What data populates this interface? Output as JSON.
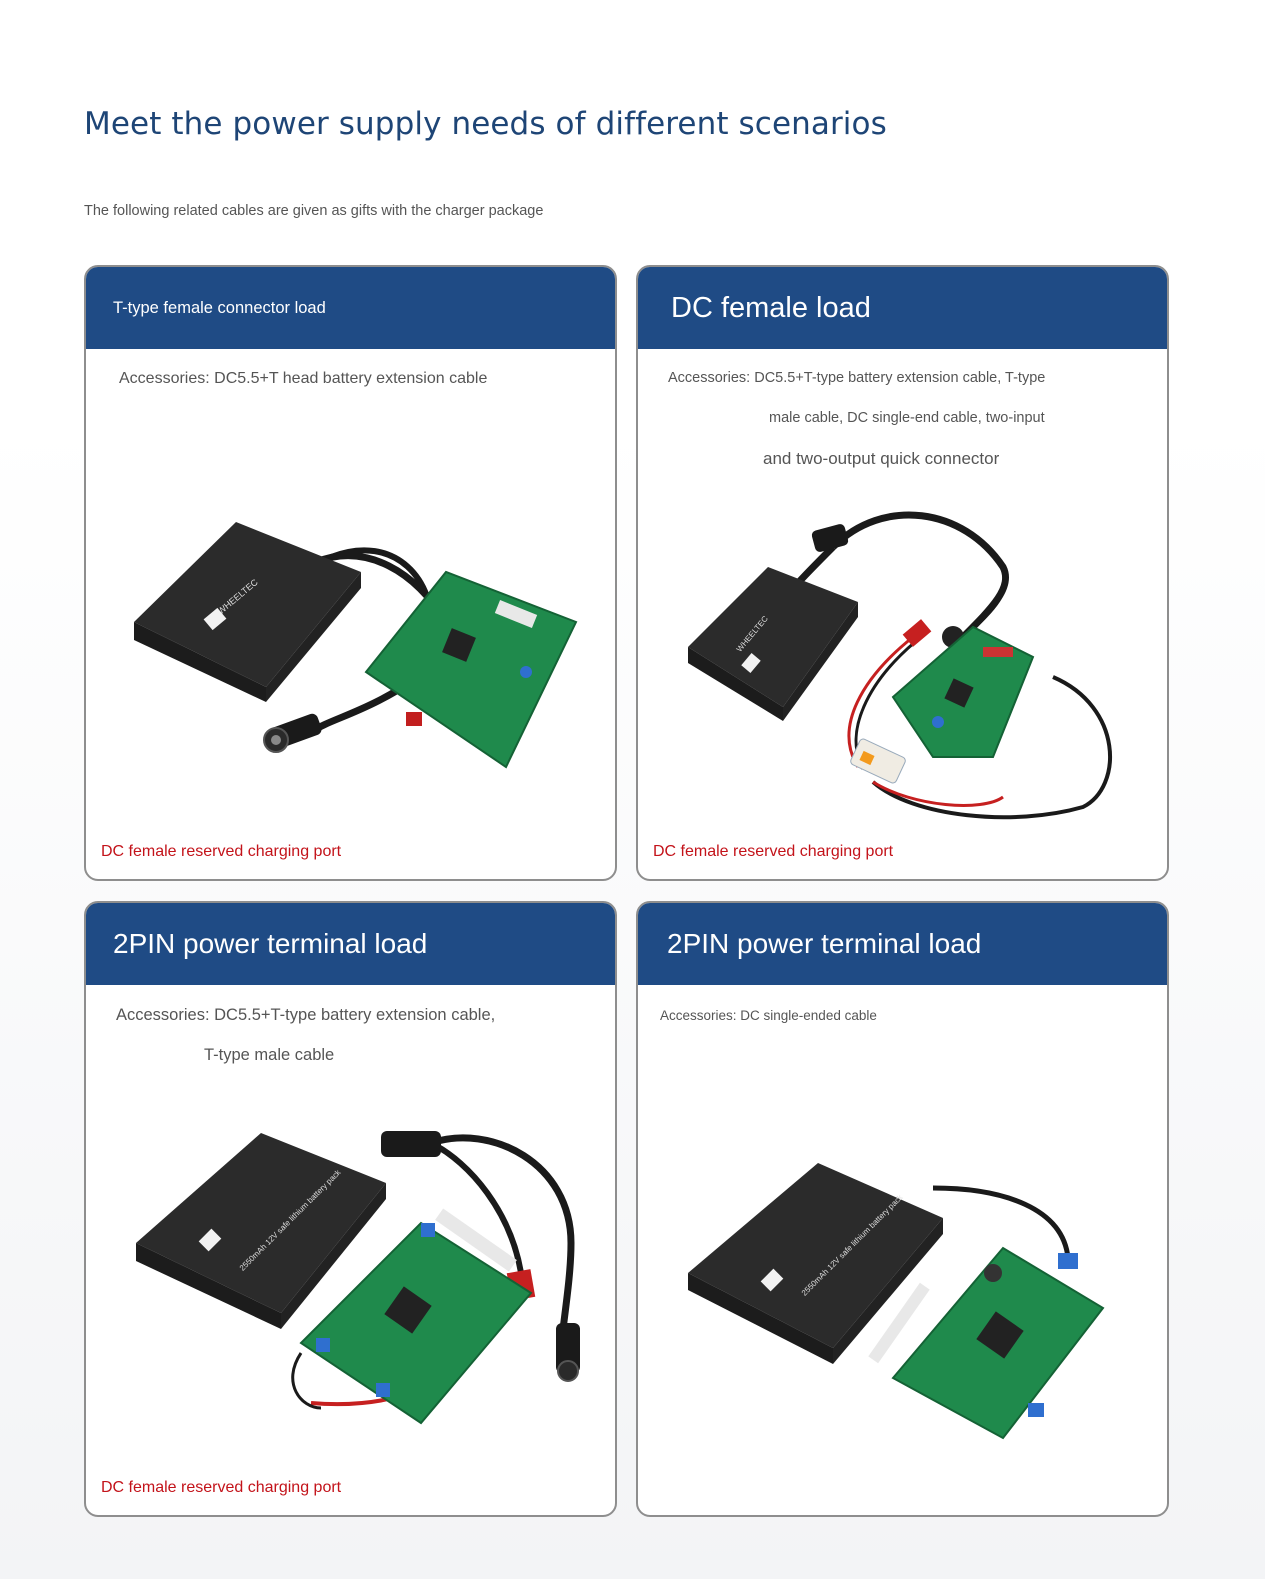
{
  "header": {
    "title": "Meet the power supply needs of different scenarios",
    "subtitle": "The following related cables are given as gifts with the charger package"
  },
  "cards": [
    {
      "title": "T-type female connector load",
      "accessories": [
        "Accessories: DC5.5+T head battery extension cable"
      ],
      "note": "DC female reserved charging port"
    },
    {
      "title": "DC female load",
      "accessories": [
        "Accessories: DC5.5+T-type battery extension cable, T-type",
        "male cable, DC single-end cable, two-input",
        "and two-output quick connector"
      ],
      "note": "DC female reserved charging port"
    },
    {
      "title": "2PIN power terminal load",
      "accessories": [
        "Accessories: DC5.5+T-type battery extension cable,",
        "T-type male cable"
      ],
      "note": "DC female reserved charging port"
    },
    {
      "title": "2PIN power terminal load",
      "accessories": [
        "Accessories: DC single-ended cable"
      ],
      "note": ""
    }
  ],
  "battery_labels": [
    "WHEELTEC",
    "WHEELTEC",
    "2550mAh 12V safe lithium battery pack",
    "2550mAh 12V safe lithium battery pack"
  ],
  "colors": {
    "title": "#1e4576",
    "card_header": "#1f4b85",
    "note": "#c3131a",
    "pcb": "#1f8a4c"
  }
}
